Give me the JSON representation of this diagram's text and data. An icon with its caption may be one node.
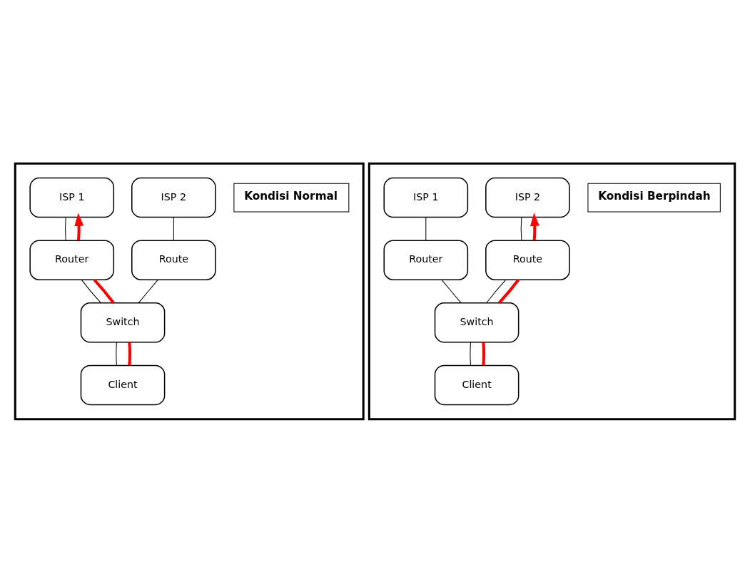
{
  "diagram": {
    "nodes": [
      {
        "text": [],
        "shape": "box"
      },
      {
        "text": [
          "Kondisi Normal"
        ],
        "in": 0
      },
      {
        "text": [
          "ISP 1"
        ],
        "in": 0
      },
      {
        "text": [
          "ISP 2"
        ],
        "in": 0
      },
      {
        "text": [
          "Router"
        ],
        "in": 0
      },
      {
        "text": [
          "Route"
        ],
        "in": 0
      },
      {
        "text": [
          "Switch"
        ],
        "in": 0
      },
      {
        "text": [
          "Client"
        ],
        "in": 0
      },
      {
        "text": [],
        "shape": "box"
      },
      {
        "text": [
          "Kondisi Berpindah"
        ],
        "in": 8
      },
      {
        "text": [
          "ISP 1"
        ],
        "in": 8
      },
      {
        "text": [
          "ISP 2"
        ],
        "in": 8
      },
      {
        "text": [
          "Router"
        ],
        "in": 8
      },
      {
        "text": [
          "Route"
        ],
        "in": 8
      },
      {
        "text": [
          "Switch"
        ],
        "in": 8
      },
      {
        "text": [
          "Client"
        ],
        "in": 8
      }
    ],
    "edges": [
      {
        "from": 2,
        "to": 4,
        "arrow": "none"
      },
      {
        "from": 3,
        "to": 5,
        "arrow": "none"
      },
      {
        "from": 4,
        "to": 6,
        "arrow": "none"
      },
      {
        "from": 5,
        "to": 6,
        "arrow": "none"
      },
      {
        "from": 6,
        "to": 7,
        "arrow": "none"
      },
      {
        "from": 7,
        "to": 6,
        "arrow": "none",
        "style": "thick",
        "color": "#ff0000"
      },
      {
        "from": 6,
        "to": 4,
        "arrow": "none",
        "style": "thick",
        "color": "#ff0000"
      },
      {
        "from": 4,
        "to": 2,
        "arrow": "to",
        "style": "thick",
        "color": "#ff0000"
      },
      {
        "from": 10,
        "to": 12,
        "arrow": "none"
      },
      {
        "from": 11,
        "to": 13,
        "arrow": "none"
      },
      {
        "from": 12,
        "to": 14,
        "arrow": "none"
      },
      {
        "from": 13,
        "to": 14,
        "arrow": "none"
      },
      {
        "from": 14,
        "to": 15,
        "arrow": "none"
      },
      {
        "from": 15,
        "to": 14,
        "arrow": "none",
        "style": "thick",
        "color": "#ff0000"
      },
      {
        "from": 14,
        "to": 13,
        "arrow": "none",
        "style": "thick",
        "color": "#ff0000"
      },
      {
        "from": 13,
        "to": 11,
        "arrow": "to",
        "style": "thick",
        "color": "#ff0000"
      }
    ]
  }
}
